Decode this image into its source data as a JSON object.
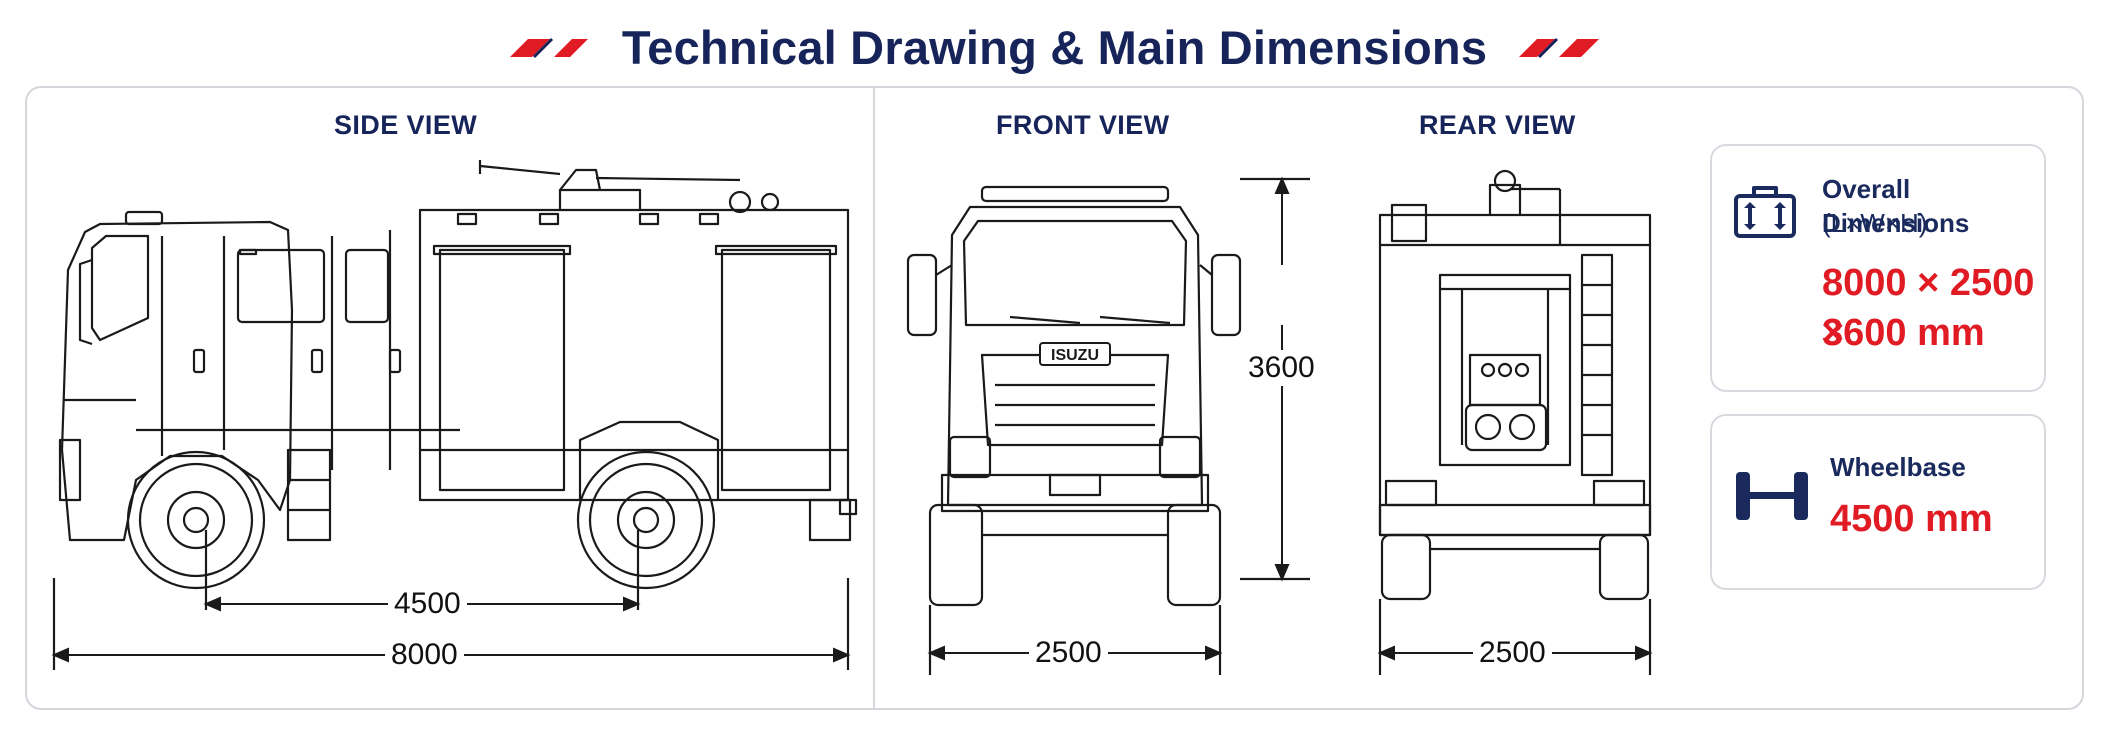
{
  "page": {
    "title": "Technical Drawing & Main Dimensions",
    "accent_color": "#e01b24",
    "navy_color": "#16245a"
  },
  "views": {
    "side": {
      "label": "SIDE VIEW",
      "wheelbase": "4500",
      "length": "8000"
    },
    "front": {
      "label": "FRONT VIEW",
      "height": "3600",
      "width": "2500",
      "badge": "ISUZU"
    },
    "rear": {
      "label": "REAR VIEW",
      "width": "2500"
    }
  },
  "cards": {
    "overall": {
      "title_line1": "Overall Dimensions",
      "title_line2": "(L×W×H)",
      "value_line1": "8000 × 2500 ×",
      "value_line2": "3600 mm",
      "icon": "box-dimensions-icon"
    },
    "wheelbase": {
      "title": "Wheelbase",
      "value": "4500 mm",
      "icon": "axle-icon"
    }
  }
}
